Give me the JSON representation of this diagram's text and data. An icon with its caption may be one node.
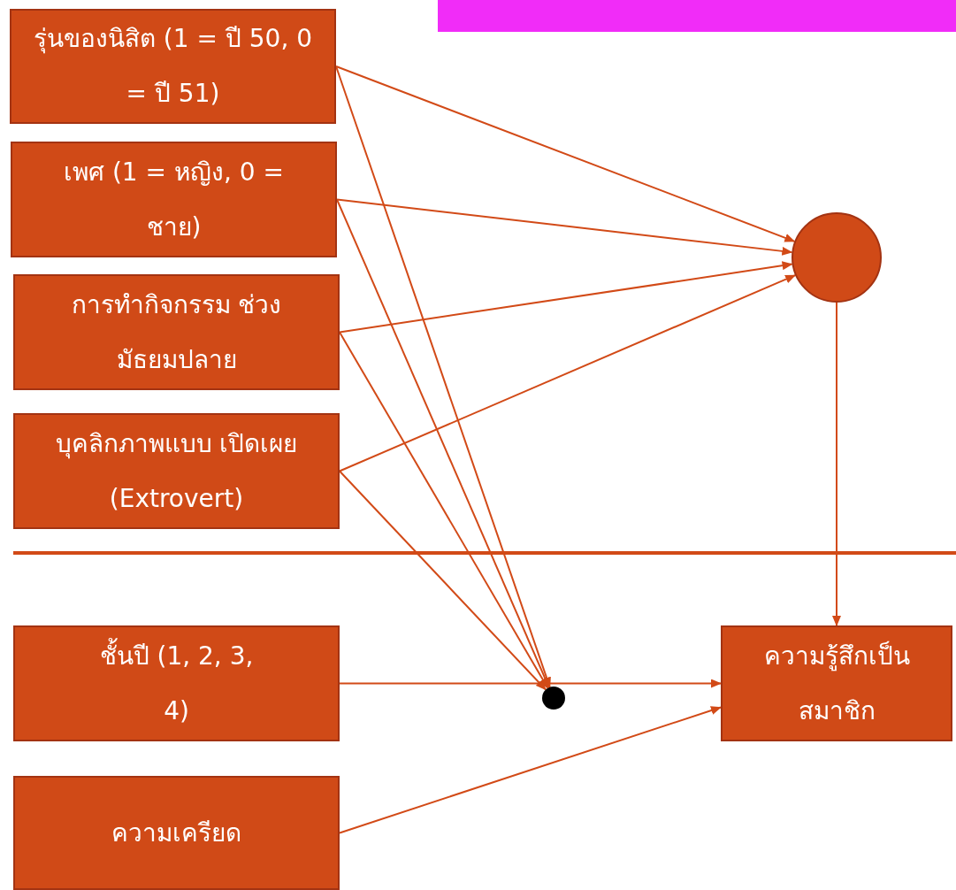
{
  "diagram": {
    "nodes": [
      {
        "text": [],
        "shape": "bar"
      },
      {
        "text": [
          "รุ่นของนิสิต (1 = ปี 50, 0 = ปี 51)"
        ]
      },
      {
        "text": [
          "เพศ (1 = หญิง, 0 = ชาย)"
        ]
      },
      {
        "text": [
          "การทำกิจกรรม ช่วงมัธยมปลาย"
        ]
      },
      {
        "text": [
          "บุคลิกภาพแบบ เปิดเผย (Extrovert)"
        ]
      },
      {
        "text": [],
        "shape": "circle"
      },
      {
        "text": [
          "ชั้นปี (1, 2, 3, 4)"
        ]
      },
      {
        "text": [],
        "shape": "circle"
      },
      {
        "text": [
          "ความรู้สึกเป็น สมาชิก"
        ]
      },
      {
        "text": [
          "ความเครียด"
        ]
      }
    ],
    "edges": [
      {
        "from": 1,
        "to": 5,
        "arrow": "to"
      },
      {
        "from": 2,
        "to": 5,
        "arrow": "to"
      },
      {
        "from": 3,
        "to": 5,
        "arrow": "to"
      },
      {
        "from": 4,
        "to": 5,
        "arrow": "to"
      },
      {
        "from": 1,
        "to": 7,
        "arrow": "to"
      },
      {
        "from": 2,
        "to": 7,
        "arrow": "to"
      },
      {
        "from": 3,
        "to": 7,
        "arrow": "to"
      },
      {
        "from": 4,
        "to": 7,
        "arrow": "to"
      },
      {
        "from": 5,
        "to": 8,
        "arrow": "to"
      },
      {
        "from": 6,
        "to": 8,
        "arrow": "to"
      },
      {
        "from": 9,
        "to": 8,
        "arrow": "to"
      }
    ]
  }
}
